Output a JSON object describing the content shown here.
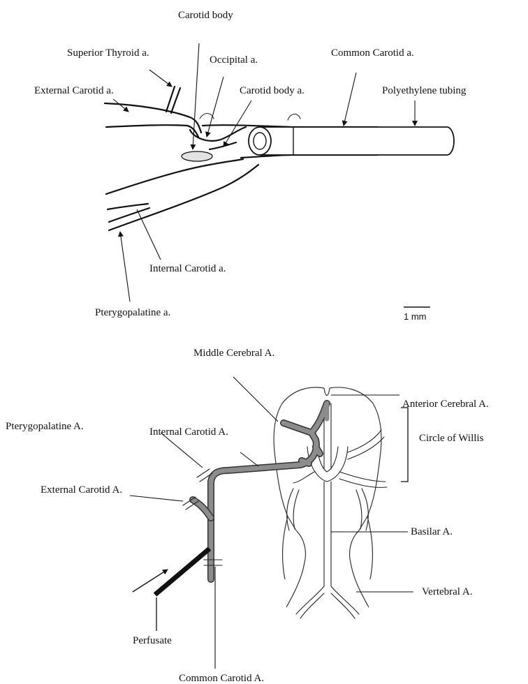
{
  "top_panel": {
    "labels": {
      "carotid_body": "Carotid body",
      "superior_thyroid": "Superior Thyroid a.",
      "occipital": "Occipital a.",
      "common_carotid": "Common Carotid a.",
      "external_carotid": "External Carotid a.",
      "carotid_body_artery": "Carotid body a.",
      "polyethylene_tubing": "Polyethylene tubing",
      "internal_carotid": "Internal Carotid a.",
      "pterygopalatine": "Pterygopalatine a."
    },
    "scale_bar": "1 mm"
  },
  "bottom_panel": {
    "labels": {
      "middle_cerebral": "Middle Cerebral A.",
      "anterior_cerebral": "Anterior Cerebral A.",
      "pterygopalatine": "Pterygopalatine A.",
      "internal_carotid": "Internal Carotid A.",
      "circle_of_willis": "Circle of Willis",
      "external_carotid": "External Carotid A.",
      "basilar": "Basilar A.",
      "vertebral": "Vertebral A.",
      "perfusate": "Perfusate",
      "common_carotid": "Common Carotid A."
    }
  }
}
